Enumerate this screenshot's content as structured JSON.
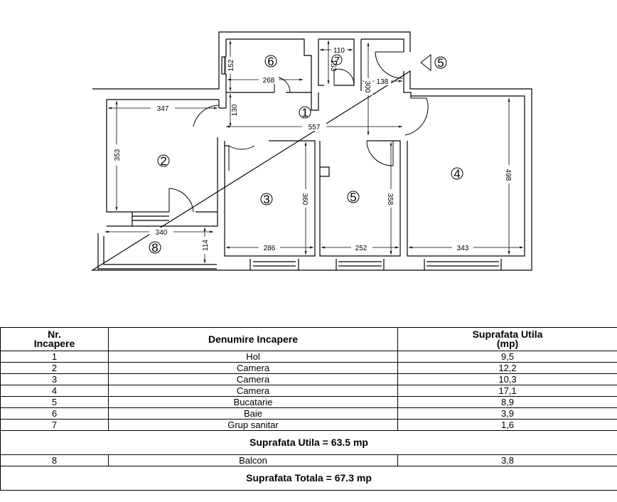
{
  "plan": {
    "rooms": [
      {
        "id": "r1",
        "label": "1"
      },
      {
        "id": "r2",
        "label": "2"
      },
      {
        "id": "r3",
        "label": "3"
      },
      {
        "id": "r4",
        "label": "4"
      },
      {
        "id": "r5",
        "label": "5"
      },
      {
        "id": "r6",
        "label": "6"
      },
      {
        "id": "r7",
        "label": "7"
      },
      {
        "id": "r8",
        "label": "8"
      },
      {
        "id": "entrance",
        "label": "5"
      }
    ],
    "dimensions": {
      "d347": "347",
      "d130": "130",
      "d557": "557",
      "d353": "353",
      "d340": "340",
      "d114": "114",
      "d152": "152",
      "d268": "268",
      "d110": "110",
      "d153": "153",
      "d300": "300",
      "d138": "138",
      "d360": "360",
      "d286": "286",
      "d358": "358",
      "d252": "252",
      "d498": "498",
      "d343": "343"
    }
  },
  "table": {
    "headers": {
      "nr_line1": "Nr.",
      "nr_line2": "Incapere",
      "name": "Denumire Incapere",
      "area_line1": "Suprafata Utila",
      "area_line2": "(mp)"
    },
    "rows": [
      {
        "nr": "1",
        "name": "Hol",
        "area": "9,5"
      },
      {
        "nr": "2",
        "name": "Camera",
        "area": "12,2"
      },
      {
        "nr": "3",
        "name": "Camera",
        "area": "10,3"
      },
      {
        "nr": "4",
        "name": "Camera",
        "area": "17,1"
      },
      {
        "nr": "5",
        "name": "Bucatarie",
        "area": "8,9"
      },
      {
        "nr": "6",
        "name": "Baie",
        "area": "3,9"
      },
      {
        "nr": "7",
        "name": "Grup sanitar",
        "area": "1,6"
      }
    ],
    "useful_total": "Suprafata Utila = 63.5 mp",
    "balcony_row": {
      "nr": "8",
      "name": "Balcon",
      "area": "3,8"
    },
    "grand_total": "Suprafata Totala = 67.3 mp"
  }
}
